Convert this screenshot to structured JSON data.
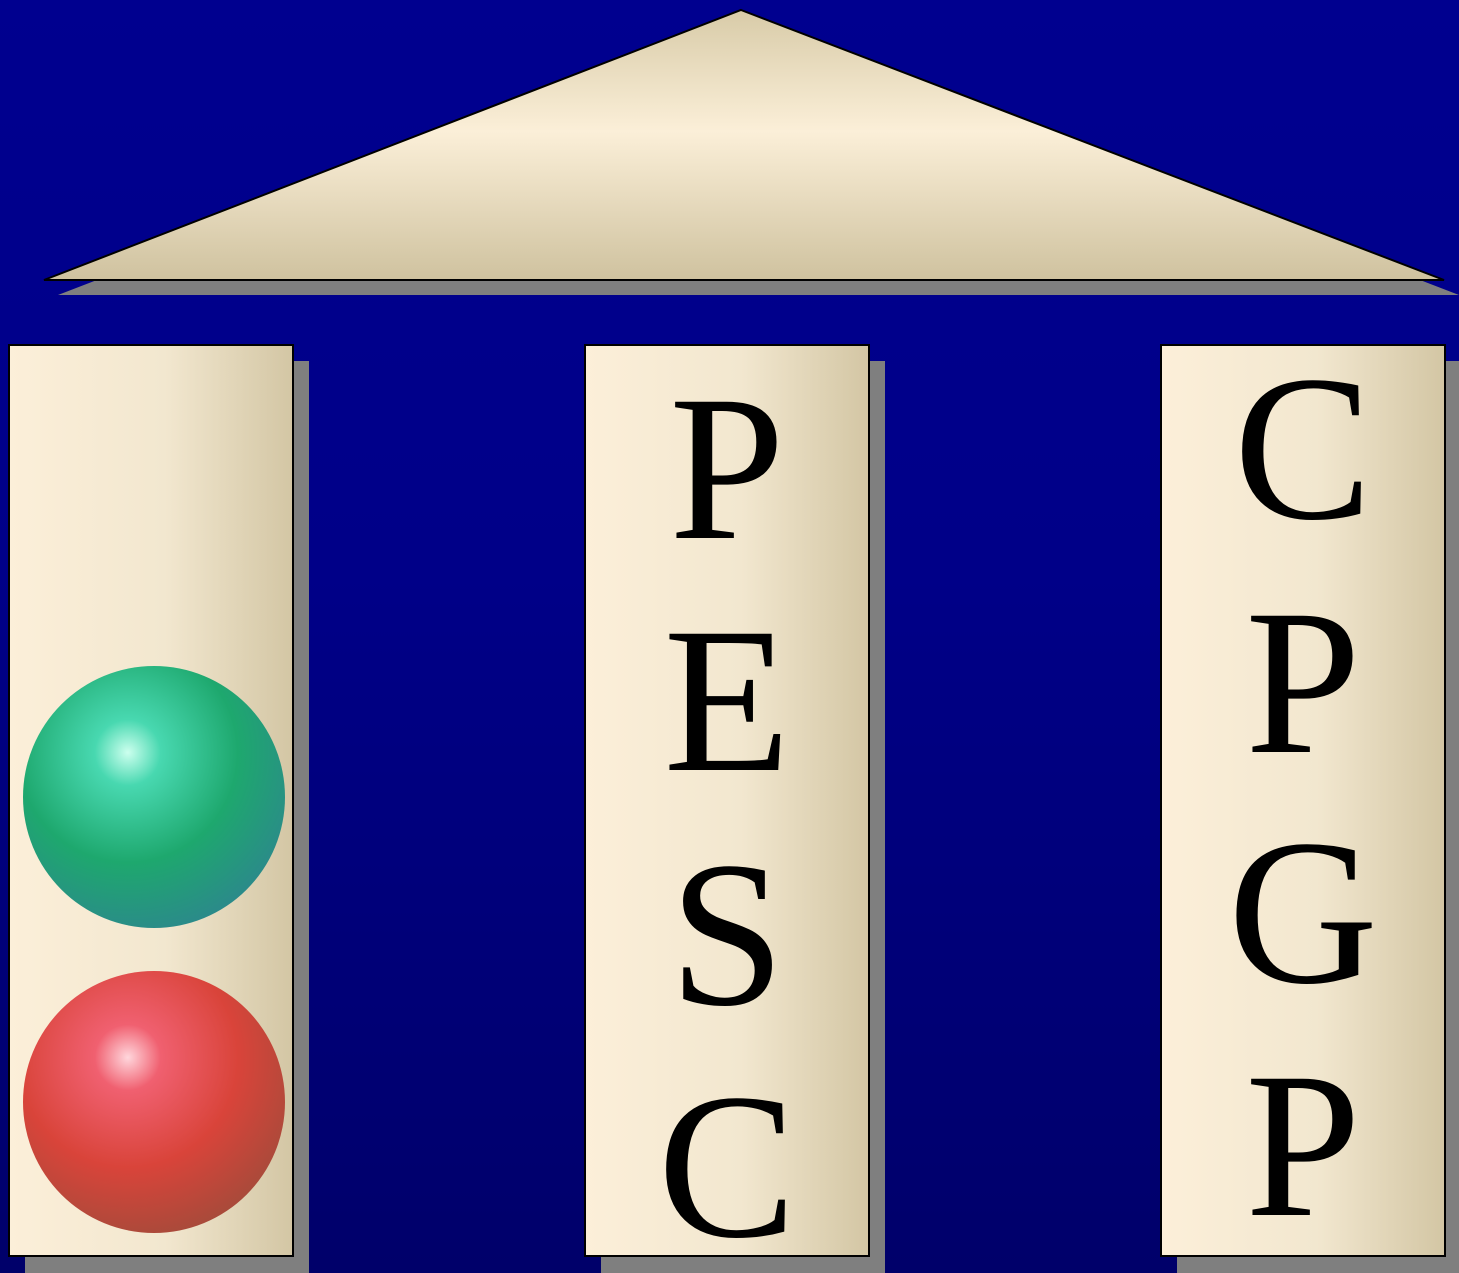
{
  "colors": {
    "background_top": "#00008f",
    "background_bottom": "#00006a",
    "stone_light": "#fbeed8",
    "stone_dark": "#d6c9a6",
    "shadow": "#7f7f7f",
    "outline": "#000000"
  },
  "pillars": [
    {
      "name": "left-pillar",
      "letters": [],
      "spheres": [
        {
          "name": "green-sphere-icon",
          "color": "#22b07a",
          "highlight": "#ccffee"
        },
        {
          "name": "red-sphere-icon",
          "color": "#d9443a",
          "highlight": "#ffd6dc"
        }
      ]
    },
    {
      "name": "center-pillar",
      "letters": [
        "P",
        "E",
        "S",
        "C"
      ],
      "spheres": []
    },
    {
      "name": "right-pillar",
      "letters": [
        "C",
        "P",
        "G",
        "P"
      ],
      "spheres": []
    }
  ]
}
